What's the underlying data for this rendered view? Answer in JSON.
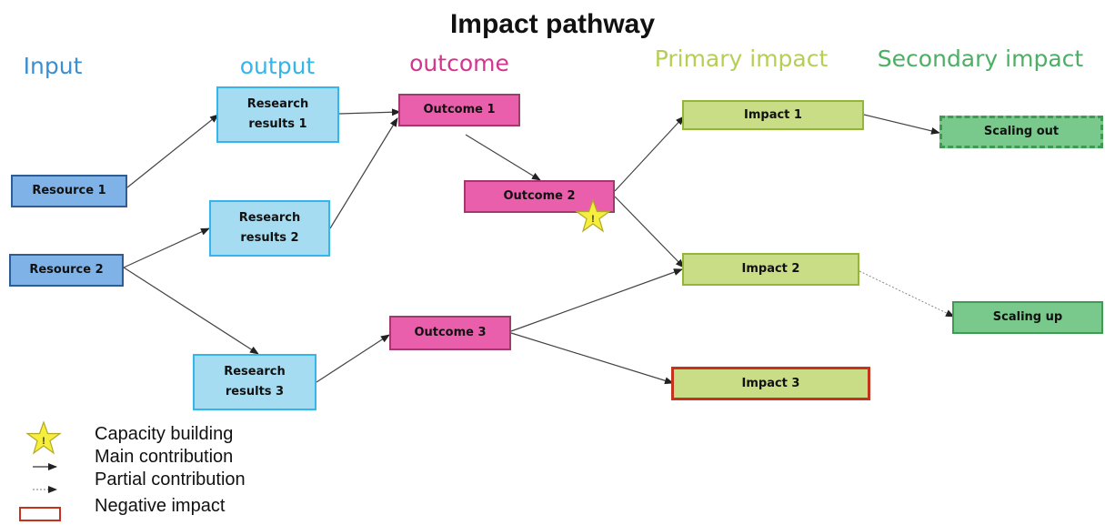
{
  "title": "Impact pathway",
  "columns": [
    {
      "id": "input",
      "label": "Input",
      "color": "#3a8fd3"
    },
    {
      "id": "output",
      "label": "output",
      "color": "#35b5ea"
    },
    {
      "id": "outcome",
      "label": "outcome",
      "color": "#d2358f"
    },
    {
      "id": "primary",
      "label": "Primary impact",
      "color": "#b5cf55"
    },
    {
      "id": "secondary",
      "label": "Secondary impact",
      "color": "#4caf63"
    }
  ],
  "nodes": {
    "resource1": {
      "label": "Resource 1"
    },
    "resource2": {
      "label": "Resource 2"
    },
    "research1": {
      "label": "Research results 1"
    },
    "research2": {
      "label": "Research results 2"
    },
    "research3": {
      "label": "Research results 3"
    },
    "outcome1": {
      "label": "Outcome 1"
    },
    "outcome2": {
      "label": "Outcome 2"
    },
    "outcome3": {
      "label": "Outcome  3"
    },
    "impact1": {
      "label": "Impact 1"
    },
    "impact2": {
      "label": "Impact 2"
    },
    "impact3": {
      "label": "Impact 3"
    },
    "scaling_out": {
      "label": "Scaling out"
    },
    "scaling_up": {
      "label": "Scaling up"
    }
  },
  "edges": [
    {
      "from": "resource1",
      "to": "research1",
      "type": "main"
    },
    {
      "from": "resource2",
      "to": "research2",
      "type": "main"
    },
    {
      "from": "resource2",
      "to": "research3",
      "type": "main"
    },
    {
      "from": "research1",
      "to": "outcome1",
      "type": "main"
    },
    {
      "from": "research2",
      "to": "outcome1",
      "type": "main"
    },
    {
      "from": "research3",
      "to": "outcome3",
      "type": "main"
    },
    {
      "from": "outcome1",
      "to": "outcome2",
      "type": "main"
    },
    {
      "from": "outcome2",
      "to": "impact1",
      "type": "main"
    },
    {
      "from": "outcome2",
      "to": "impact2",
      "type": "main"
    },
    {
      "from": "outcome3",
      "to": "impact2",
      "type": "main"
    },
    {
      "from": "outcome3",
      "to": "impact3",
      "type": "main"
    },
    {
      "from": "impact1",
      "to": "scaling_out",
      "type": "main"
    },
    {
      "from": "impact2",
      "to": "scaling_up",
      "type": "partial"
    }
  ],
  "markers": [
    {
      "node": "outcome2",
      "symbol": "!",
      "meaning": "Capacity building"
    }
  ],
  "legend": {
    "capacity_building": "Capacity building",
    "main_contribution": "Main contribution",
    "partial_contribution": "Partial contribution",
    "negative_impact": "Negative impact"
  },
  "colors": {
    "star_fill": "#f5ee3c",
    "star_stroke": "#b3a827",
    "arrow": "#333333",
    "negative": "#c5331f"
  }
}
